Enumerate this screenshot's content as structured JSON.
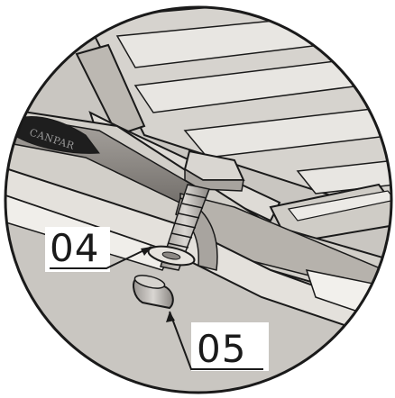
{
  "diagram": {
    "brand_mark": "CANPAR",
    "callouts": [
      {
        "label": "04"
      },
      {
        "label": "05"
      }
    ]
  },
  "colors": {
    "background": "#ffffff",
    "lens_fill": "#c9c6c1",
    "outline": "#1a1a1a",
    "plate_light": "#dedbd6",
    "plate_mid": "#bdb9b3",
    "plate_dark": "#8f8b86",
    "strap_dark": "#1e1e1e"
  }
}
